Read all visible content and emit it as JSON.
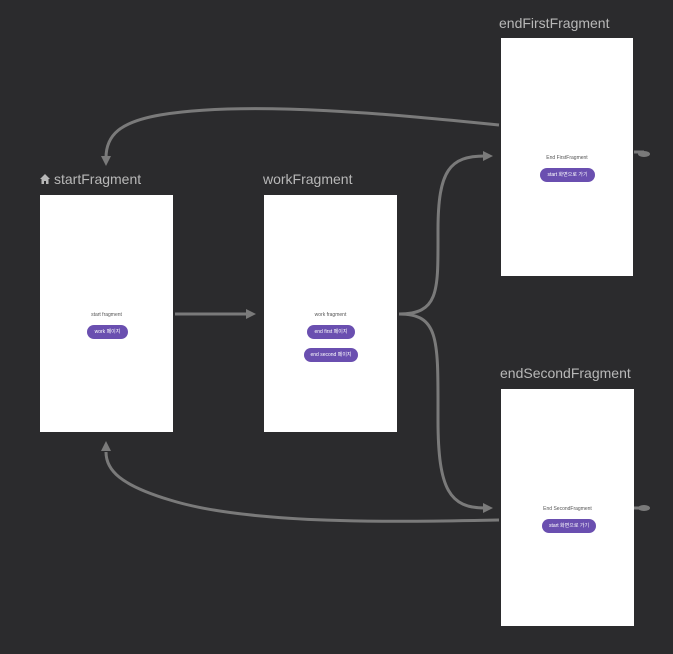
{
  "colors": {
    "background": "#2b2b2d",
    "connector": "#7a7a7a",
    "button": "#6a4fb0",
    "title": "#b8b8b8"
  },
  "fragments": {
    "start": {
      "title": "startFragment",
      "icon": "home-icon",
      "body_text": "start fragment",
      "button": "work 페이지"
    },
    "work": {
      "title": "workFragment",
      "body_text": "work fragment",
      "button1": "end first 페이지",
      "button2": "end second 페이지"
    },
    "end_first": {
      "title": "endFirstFragment",
      "body_text": "End FirstFragment",
      "button": "start 화면으로 가기"
    },
    "end_second": {
      "title": "endSecondFragment",
      "body_text": "End SecondFragment",
      "button": "start 화면으로 가기"
    }
  }
}
